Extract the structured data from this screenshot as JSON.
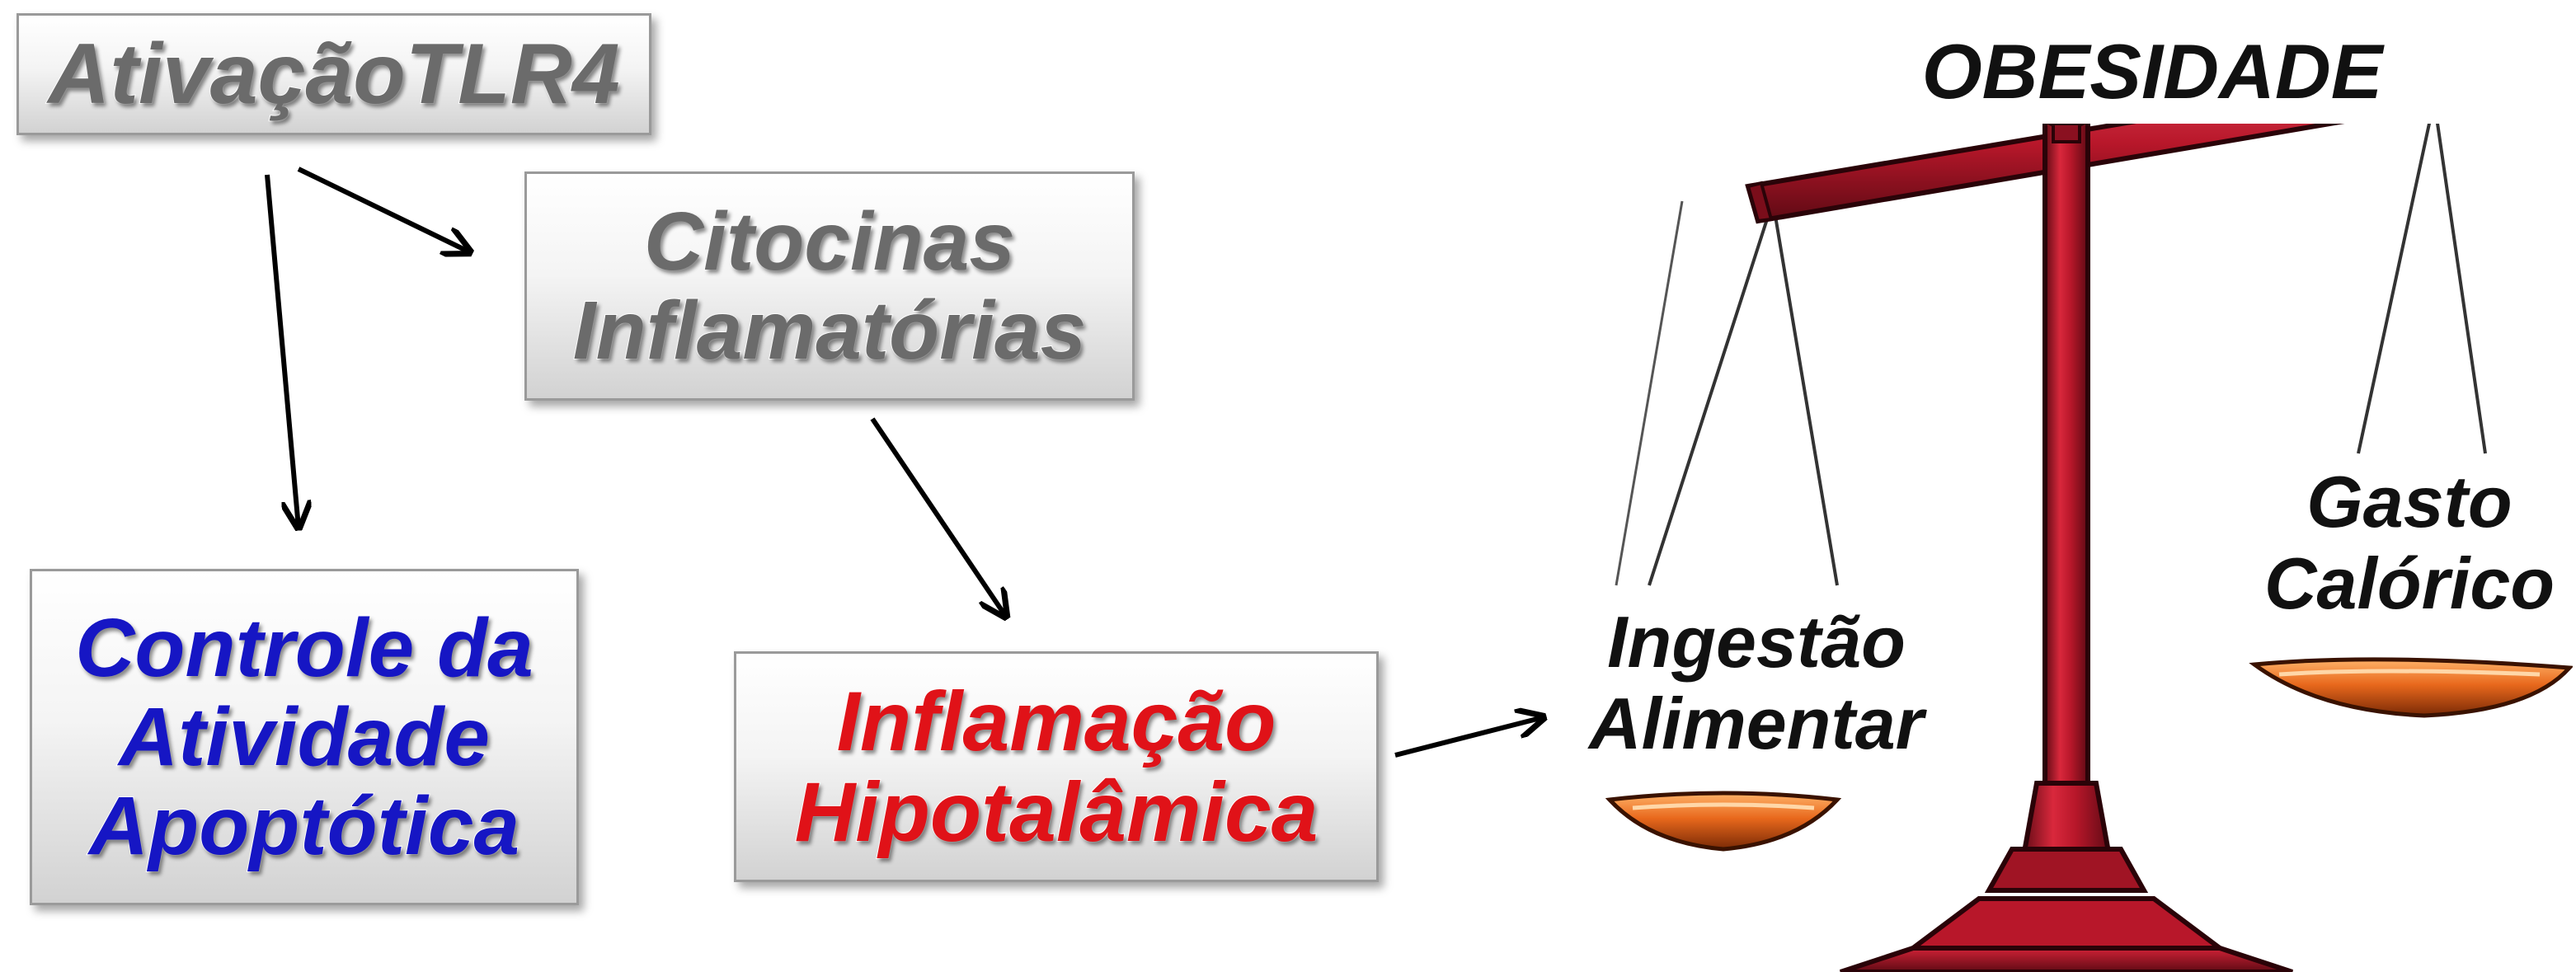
{
  "diagram": {
    "nodes": {
      "tlr4": {
        "lines": [
          "AtivaçãoTLR4"
        ]
      },
      "citocinas": {
        "lines": [
          "Citocinas",
          "Inflamatórias"
        ]
      },
      "controle": {
        "lines": [
          "Controle da",
          "Atividade",
          "Apoptótica"
        ]
      },
      "inflamacao": {
        "lines": [
          "Inflamação",
          "Hipotalâmica"
        ]
      }
    },
    "edges": [
      {
        "from": "tlr4",
        "to": "controle"
      },
      {
        "from": "tlr4",
        "to": "citocinas"
      },
      {
        "from": "citocinas",
        "to": "inflamacao"
      },
      {
        "from": "inflamacao",
        "to": "ingestao"
      }
    ]
  },
  "scale": {
    "title": "OBESIDADE",
    "left_pan_label": [
      "Ingestão",
      "Alimentar"
    ],
    "right_pan_label": [
      "Gasto",
      "Calórico"
    ]
  },
  "colors": {
    "gray_text": "#6b6b6b",
    "blue_text": "#1616c4",
    "red_text": "#e01218",
    "scale_red": "#b8172a",
    "pan_orange": "#e8681c"
  }
}
